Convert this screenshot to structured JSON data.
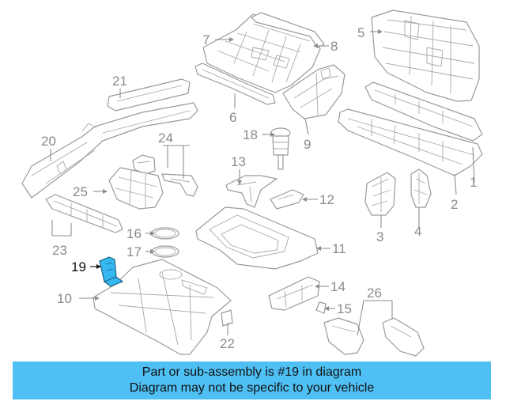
{
  "callouts": [
    {
      "id": "1",
      "label": "1"
    },
    {
      "id": "2",
      "label": "2"
    },
    {
      "id": "3",
      "label": "3"
    },
    {
      "id": "4",
      "label": "4"
    },
    {
      "id": "5",
      "label": "5"
    },
    {
      "id": "6",
      "label": "6"
    },
    {
      "id": "7",
      "label": "7"
    },
    {
      "id": "8",
      "label": "8"
    },
    {
      "id": "9",
      "label": "9"
    },
    {
      "id": "10",
      "label": "10"
    },
    {
      "id": "11",
      "label": "11"
    },
    {
      "id": "12",
      "label": "12"
    },
    {
      "id": "13",
      "label": "13"
    },
    {
      "id": "14",
      "label": "14"
    },
    {
      "id": "15",
      "label": "15"
    },
    {
      "id": "16",
      "label": "16"
    },
    {
      "id": "17",
      "label": "17"
    },
    {
      "id": "18",
      "label": "18"
    },
    {
      "id": "19",
      "label": "19"
    },
    {
      "id": "20",
      "label": "20"
    },
    {
      "id": "21",
      "label": "21"
    },
    {
      "id": "22",
      "label": "22"
    },
    {
      "id": "23",
      "label": "23"
    },
    {
      "id": "24",
      "label": "24"
    },
    {
      "id": "25",
      "label": "25"
    },
    {
      "id": "26",
      "label": "26"
    }
  ],
  "highlighted_part": "19",
  "colors": {
    "highlight": "#35b8f0",
    "banner": "#4fc0f4",
    "callout": "#8a8a8a",
    "line": "#9a9a9a"
  },
  "footer": {
    "line1": "Part or sub-assembly is #19 in diagram",
    "line2": "Diagram may not be specific to your vehicle"
  }
}
